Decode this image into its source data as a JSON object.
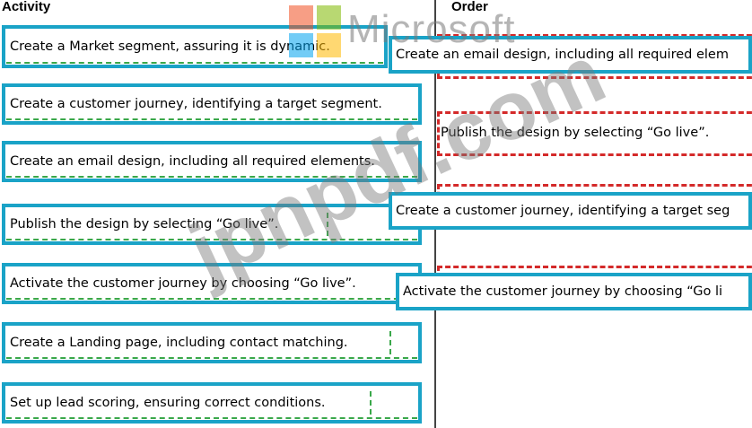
{
  "headers": {
    "activity": "Activity",
    "order": "Order"
  },
  "activities": [
    "Create a Market segment, assuring it is dynamic.",
    "Create a customer journey, identifying a target segment.",
    "Create an email design, including all required elements.",
    "Publish the design by selecting “Go live”.",
    "Activate the customer journey by choosing “Go live”.",
    "Create a Landing page, including contact matching.",
    "Set up lead scoring, ensuring correct conditions."
  ],
  "order": [
    "Create an email design, including all required elem",
    "Publish the design by selecting “Go live”.",
    "Create a customer journey, identifying a target seg",
    "Activate the customer journey by choosing “Go li"
  ],
  "watermark": {
    "brand": "Microsoft",
    "site": "jpnpdf.com"
  },
  "colors": {
    "item_border": "#1aa3c7",
    "slot_border": "#d42a2a",
    "drag_hint": "#3aa84a"
  }
}
